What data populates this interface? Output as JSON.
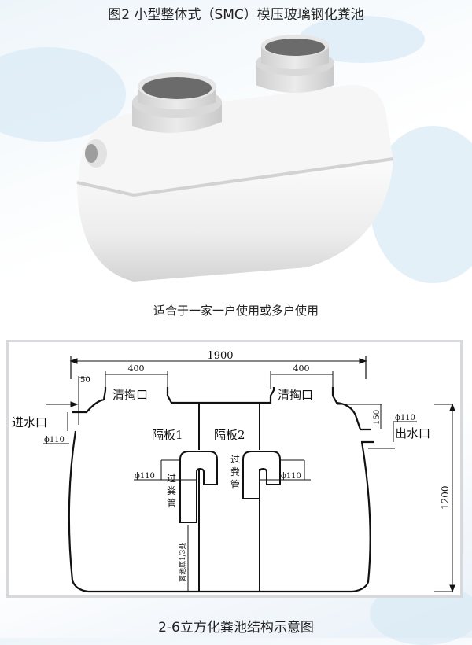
{
  "header": {
    "title": "图2 小型整体式（SMC）模压玻璃钢化粪池"
  },
  "product_photo": {
    "subject": "white SMC fiberglass septic tank with two round cleanout ports and side inlet pipe",
    "caption": "适合于一家一户使用或多户使用"
  },
  "diagram": {
    "caption": "2-6立方化粪池结构示意图",
    "dimensions": {
      "overall_length": "1900",
      "port_width_left": "400",
      "port_width_right": "400",
      "inlet_offset": "50",
      "outlet_offset": "150",
      "height": "1200",
      "inlet_dia": "ϕ110",
      "outlet_dia": "ϕ110",
      "pipe1_dia": "ϕ110",
      "pipe2_dia": "ϕ110"
    },
    "labels": {
      "cleanout_left": "清掏口",
      "cleanout_right": "清掏口",
      "inlet": "进水口",
      "outlet": "出水口",
      "partition1": "隔板1",
      "partition2": "隔板2",
      "transfer_pipe_chars": [
        "过",
        "粪",
        "管"
      ],
      "pipe_depth_note": "离池底1/3处"
    }
  }
}
